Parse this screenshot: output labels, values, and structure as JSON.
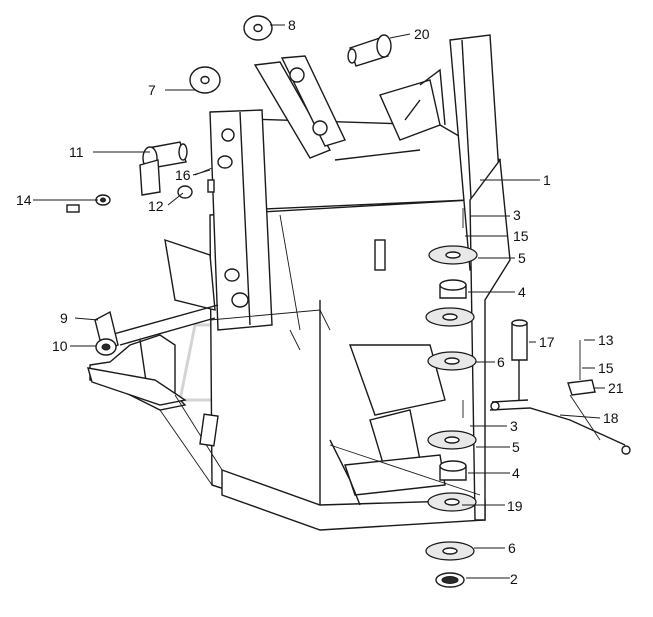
{
  "diagram": {
    "callouts": [
      "1",
      "2",
      "3",
      "3",
      "4",
      "4",
      "5",
      "5",
      "6",
      "6",
      "7",
      "8",
      "9",
      "10",
      "11",
      "12",
      "13",
      "14",
      "15",
      "15",
      "16",
      "17",
      "18",
      "19",
      "20",
      "21"
    ]
  }
}
